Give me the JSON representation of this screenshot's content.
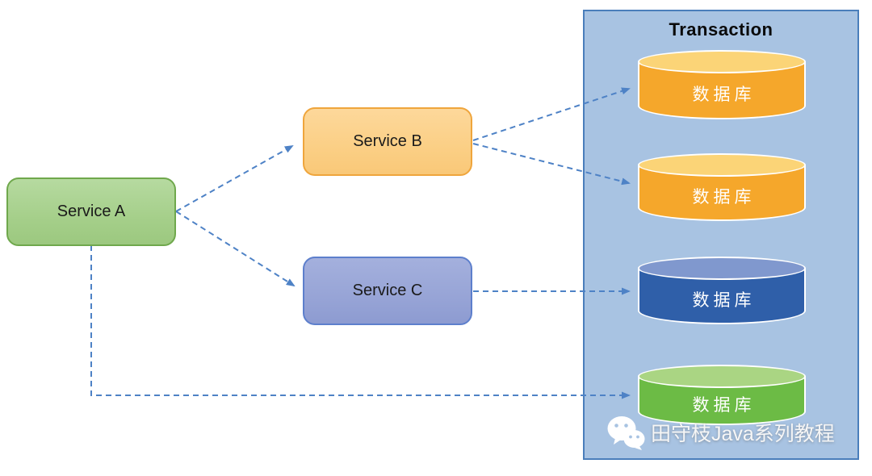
{
  "diagram": {
    "nodes": {
      "service_a": {
        "label": "Service A",
        "fill": "#A5CF8A",
        "border": "#6FA84C"
      },
      "service_b": {
        "label": "Service B",
        "fill": "#FBCF85",
        "border": "#EFA53C"
      },
      "service_c": {
        "label": "Service C",
        "fill": "#97A4D6",
        "border": "#5D7FCC"
      }
    },
    "transaction_panel": {
      "title": "Transaction",
      "fill": "#A8C3E2",
      "border": "#4A7EBB",
      "databases": [
        {
          "label": "数据库",
          "color": "yellow",
          "body": "#F5A72B",
          "top": "#FBD477"
        },
        {
          "label": "数据库",
          "color": "yellow",
          "body": "#F5A72B",
          "top": "#FBD477"
        },
        {
          "label": "数据库",
          "color": "blue",
          "body": "#2F5FA9",
          "top": "#8098CE"
        },
        {
          "label": "数据库",
          "color": "green",
          "body": "#6CBB45",
          "top": "#AAD583"
        }
      ]
    },
    "edges": [
      {
        "from": "Service A",
        "to": "Service B",
        "style": "dashed-arrow"
      },
      {
        "from": "Service A",
        "to": "Service C",
        "style": "dashed-arrow"
      },
      {
        "from": "Service B",
        "to": "database-1",
        "style": "dashed-arrow"
      },
      {
        "from": "Service B",
        "to": "database-2",
        "style": "dashed-arrow"
      },
      {
        "from": "Service C",
        "to": "database-3",
        "style": "dashed-arrow"
      },
      {
        "from": "Service A",
        "to": "database-4",
        "style": "dashed-arrow-elbow"
      }
    ],
    "arrow_color": "#4E82C6",
    "watermark": {
      "icon": "wechat-icon",
      "text": "田守枝Java系列教程"
    }
  }
}
